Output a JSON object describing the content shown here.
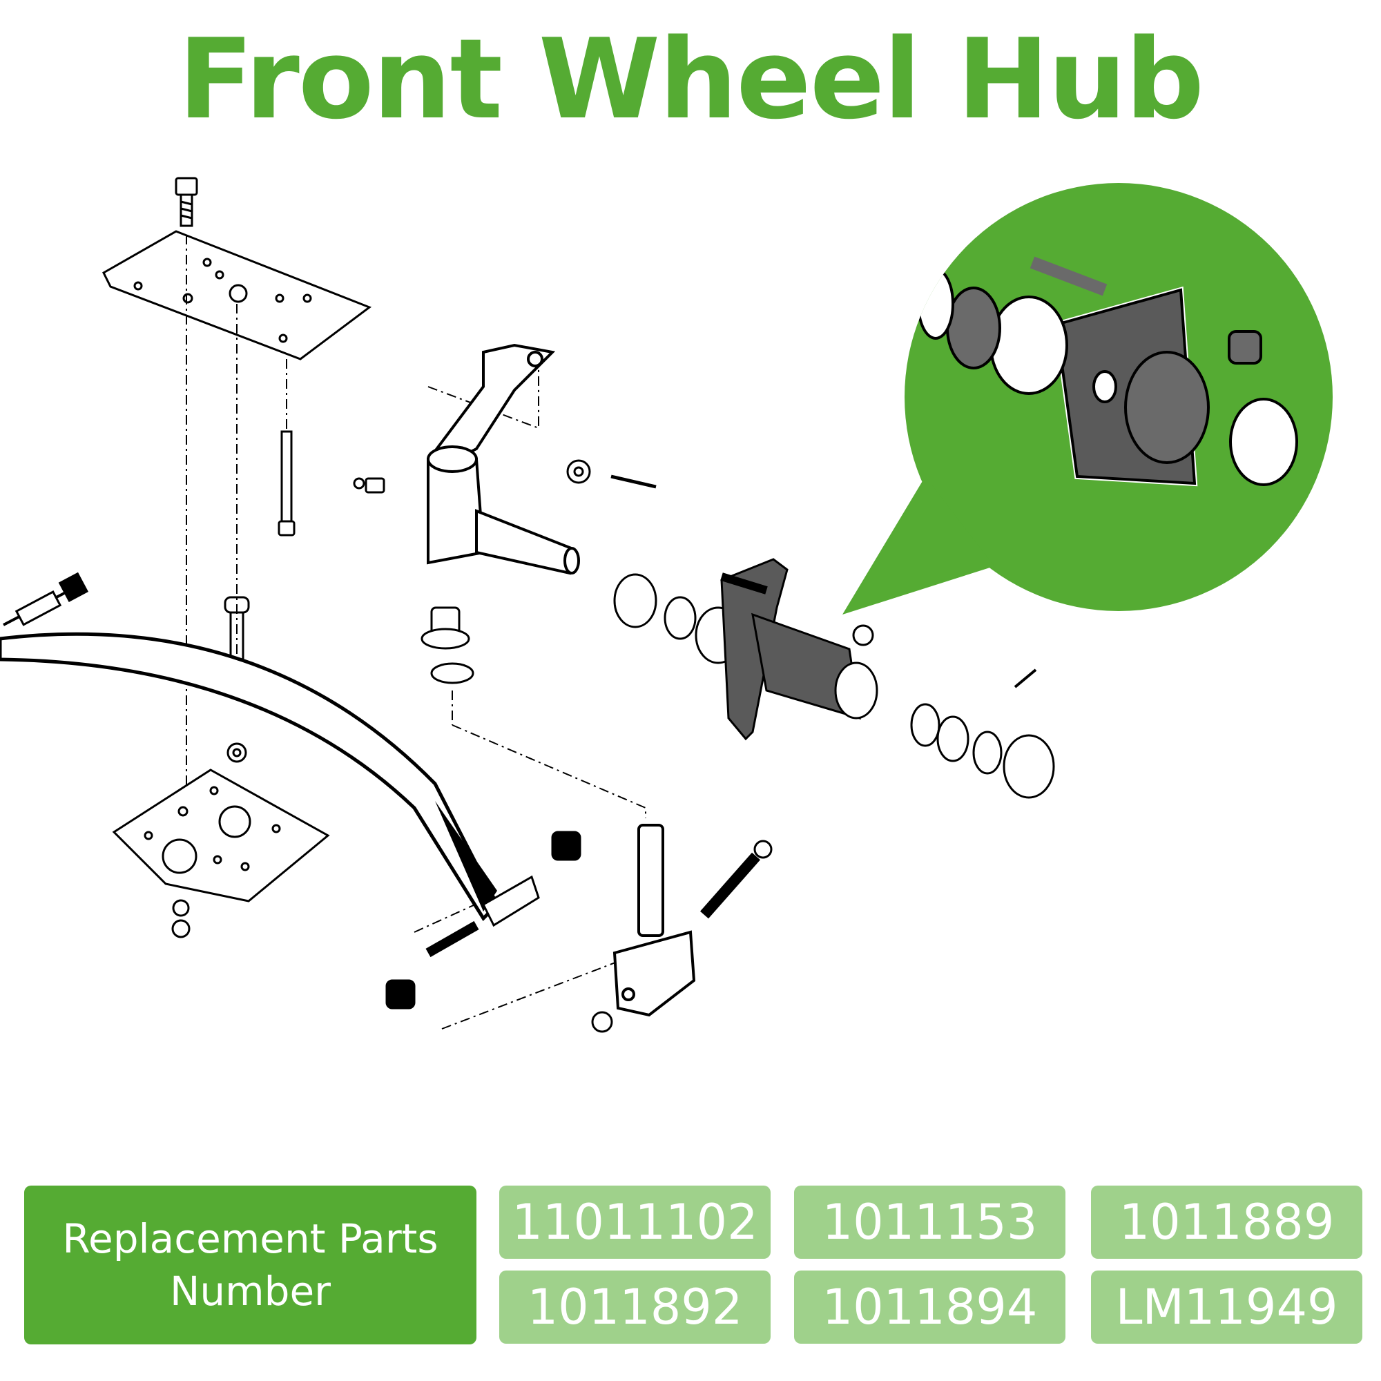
{
  "title": "Front Wheel Hub",
  "parts": {
    "label_line1": "Replacement Parts",
    "label_line2": "Number",
    "numbers": [
      "11011102",
      "1011153",
      "1011889",
      "1011892",
      "1011894",
      "LM11949"
    ]
  },
  "colors": {
    "brand_green": "#55ab33",
    "light_green": "#9fd18b",
    "part_dark": "#5a5a5a"
  }
}
